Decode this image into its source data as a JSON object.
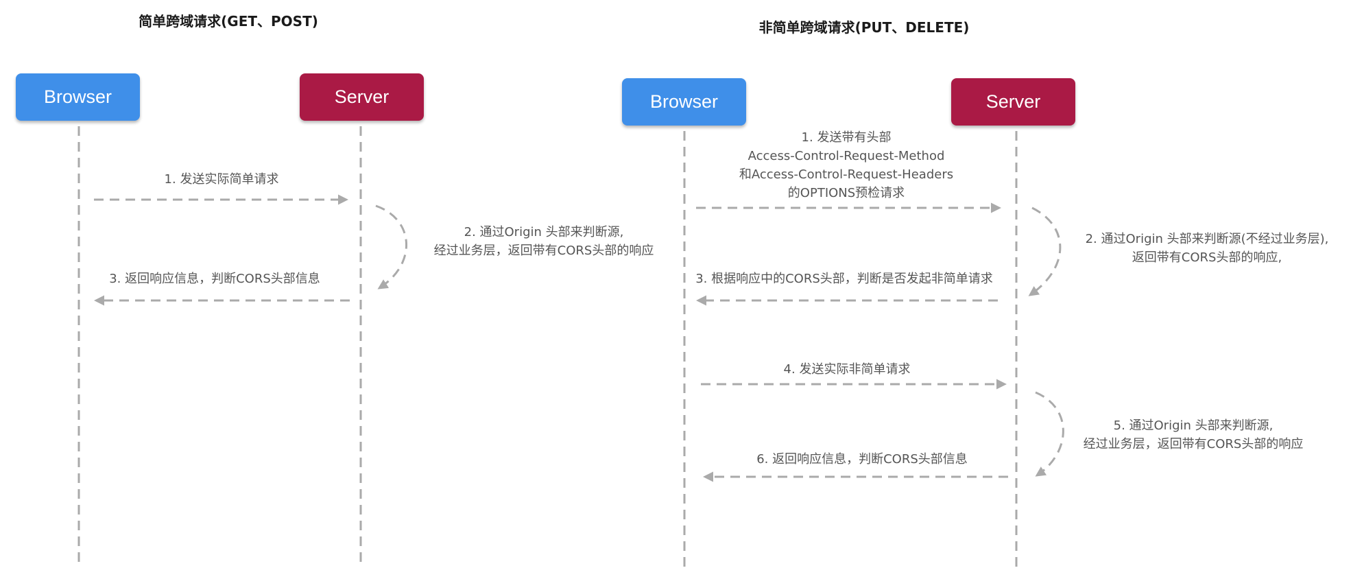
{
  "colors": {
    "browser": "#3f8fe9",
    "server": "#aa1a45",
    "line": "#aaaaaa",
    "text": "#555555",
    "title": "#1a1a1a"
  },
  "simple": {
    "title": "简单跨域请求(GET、POST)",
    "browser_label": "Browser",
    "server_label": "Server",
    "step1": "1. 发送实际简单请求",
    "step2": [
      "2. 通过Origin 头部来判断源,",
      "经过业务层，返回带有CORS头部的响应"
    ],
    "step3": "3. 返回响应信息，判断CORS头部信息"
  },
  "preflight": {
    "title": "非简单跨域请求(PUT、DELETE)",
    "browser_label": "Browser",
    "server_label": "Server",
    "step1": [
      "1. 发送带有头部",
      "Access-Control-Request-Method",
      "和Access-Control-Request-Headers",
      "的OPTIONS预检请求"
    ],
    "step2": [
      "2. 通过Origin 头部来判断源(不经过业务层),",
      "返回带有CORS头部的响应,"
    ],
    "step3": "3. 根据响应中的CORS头部，判断是否发起非简单请求",
    "step4": "4. 发送实际非简单请求",
    "step5": [
      "5. 通过Origin 头部来判断源,",
      "经过业务层，返回带有CORS头部的响应"
    ],
    "step6": "6. 返回响应信息，判断CORS头部信息"
  }
}
